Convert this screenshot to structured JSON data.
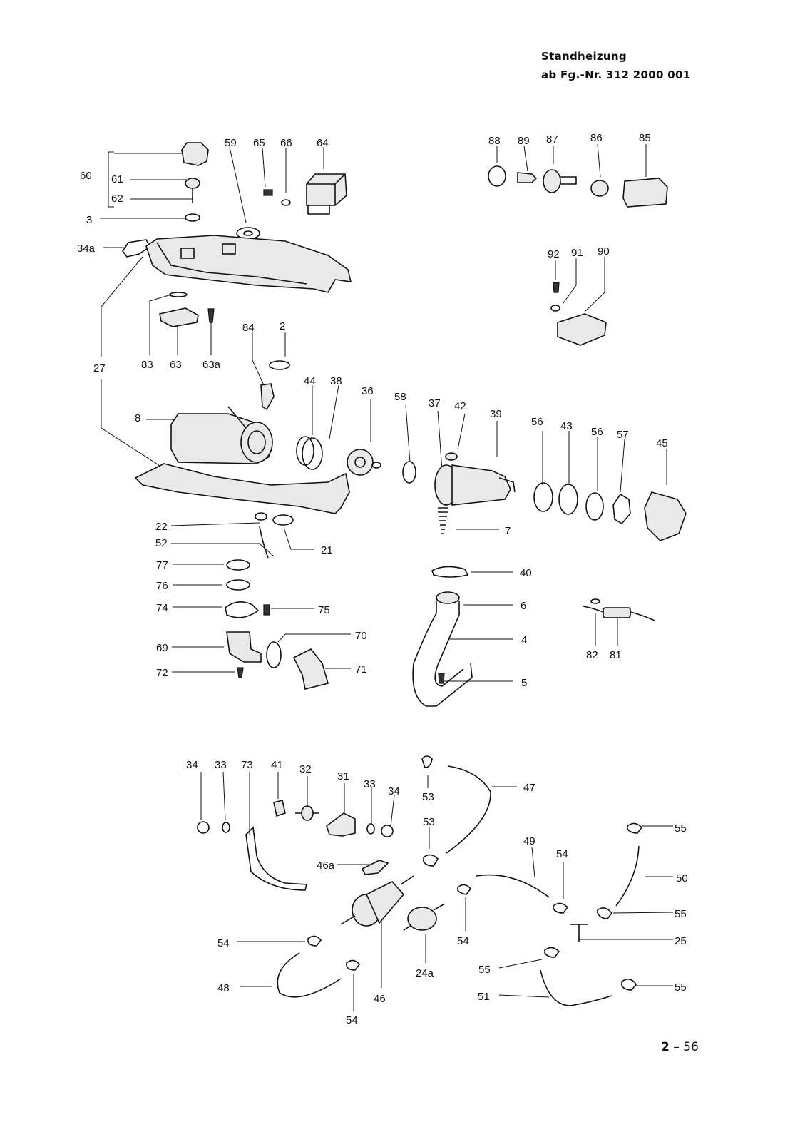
{
  "header": {
    "title": "Standheizung",
    "subtitle": "ab Fg.-Nr.  312 2000 001"
  },
  "page_number": {
    "chapter": "2",
    "dash": "–",
    "page": "56"
  },
  "labels": [
    "60",
    "61",
    "62",
    "3",
    "34a",
    "59",
    "65",
    "66",
    "64",
    "88",
    "89",
    "87",
    "86",
    "85",
    "92",
    "91",
    "90",
    "27",
    "83",
    "63",
    "63a",
    "84",
    "2",
    "44",
    "38",
    "36",
    "58",
    "37",
    "42",
    "39",
    "56",
    "43",
    "56",
    "57",
    "45",
    "8",
    "22",
    "52",
    "21",
    "7",
    "77",
    "76",
    "74",
    "75",
    "40",
    "6",
    "69",
    "70",
    "4",
    "72",
    "71",
    "5",
    "82",
    "81",
    "34",
    "33",
    "73",
    "41",
    "32",
    "31",
    "33",
    "34",
    "53",
    "47",
    "53",
    "46a",
    "49",
    "54",
    "55",
    "50",
    "55",
    "25",
    "54",
    "54",
    "24a",
    "55",
    "48",
    "51",
    "55",
    "54",
    "46"
  ]
}
